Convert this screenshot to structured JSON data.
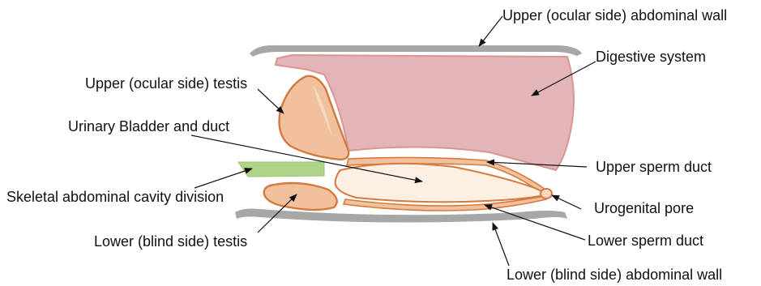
{
  "labels": {
    "upper_wall": "Upper (ocular side) abdominal wall",
    "digestive": "Digestive system",
    "upper_testis": "Upper (ocular side) testis",
    "bladder": "Urinary Bladder and duct",
    "upper_sperm": "Upper sperm duct",
    "skeletal": "Skeletal abdominal cavity division",
    "urogenital": "Urogenital pore",
    "lower_testis": "Lower (blind side) testis",
    "lower_sperm": "Lower sperm duct",
    "lower_wall": "Lower (blind side) abdominal wall"
  },
  "colors": {
    "wall": "#a7a7a7",
    "digestive_fill": "#e3b5b8",
    "digestive_stroke": "#d99690",
    "testis_fill": "#f0c19c",
    "testis_light": "#f6d8c0",
    "organ_stroke": "#d47a3e",
    "bladder_fill": "#fdf0e3",
    "skeletal_fill": "#aed487",
    "line": "#111111"
  }
}
